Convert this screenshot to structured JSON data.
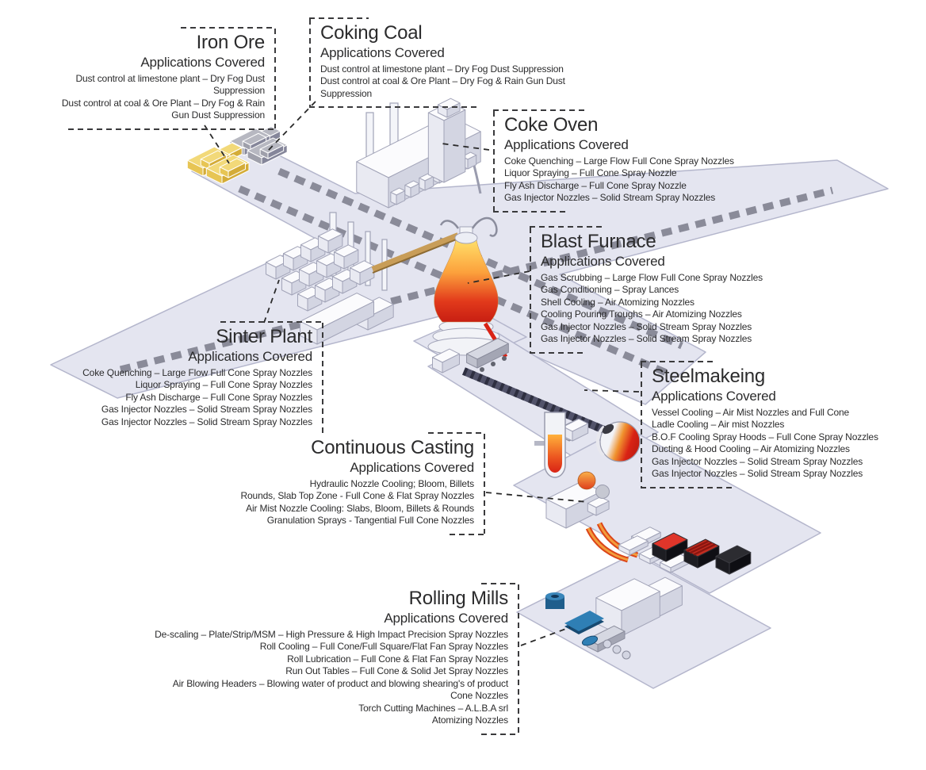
{
  "sections": {
    "iron_ore": {
      "title": "Iron Ore",
      "subtitle": "Applications Covered",
      "applications": [
        "Dust control at limestone plant – Dry Fog Dust",
        "Suppression",
        "Dust control at coal & Ore Plant – Dry Fog & Rain",
        "Gun Dust Suppression"
      ]
    },
    "coking_coal": {
      "title": "Coking Coal",
      "subtitle": "Applications Covered",
      "applications": [
        "Dust control at limestone plant – Dry Fog Dust Suppression",
        "Dust control at coal & Ore Plant – Dry Fog & Rain Gun Dust",
        "Suppression"
      ]
    },
    "coke_oven": {
      "title": "Coke Oven",
      "subtitle": "Applications Covered",
      "applications": [
        "Coke Quenching – Large Flow Full Cone Spray Nozzles",
        "Liquor Spraying – Full Cone Spray Nozzle",
        "Fly Ash Discharge – Full Cone Spray Nozzle",
        "Gas Injector Nozzles – Solid Stream Spray Nozzles"
      ]
    },
    "blast_furnace": {
      "title": "Blast Furnace",
      "subtitle": "Applications Covered",
      "applications": [
        "Gas Scrubbing – Large Flow Full Cone Spray Nozzles",
        "Gas Conditioning – Spray Lances",
        "Shell Cooling – Air Atomizing Nozzles",
        "Cooling Pouring Troughs – Air Atomizing Nozzles",
        "Gas Injector Nozzles – Solid Stream Spray Nozzles",
        "Gas Injector Nozzles – Solid Stream Spray Nozzles"
      ]
    },
    "sinter_plant": {
      "title": "Sinter Plant",
      "subtitle": "Applications Covered",
      "applications": [
        "Coke Quenching – Large Flow Full Cone Spray Nozzles",
        "Liquor Spraying – Full Cone Spray Nozzles",
        "Fly Ash Discharge – Full Cone Spray Nozzles",
        "Gas Injector Nozzles – Solid Stream Spray Nozzles",
        "Gas Injector Nozzles – Solid Stream Spray Nozzles"
      ]
    },
    "steelmaking": {
      "title": "Steelmakeing",
      "subtitle": "Applications Covered",
      "applications": [
        "Vessel Cooling – Air Mist Nozzles and Full Cone",
        "Ladle Cooling – Air mist Nozzles",
        "B.O.F Cooling Spray Hoods – Full Cone Spray Nozzles",
        "Ducting & Hood Cooling – Air Atomizing Nozzles",
        "Gas Injector Nozzles – Solid Stream Spray Nozzles",
        "Gas Injector Nozzles – Solid Stream Spray Nozzles"
      ]
    },
    "continuous_casting": {
      "title": "Continuous Casting",
      "subtitle": "Applications Covered",
      "applications": [
        "Hydraulic Nozzle Cooling; Bloom, Billets",
        "Rounds, Slab Top Zone - Full Cone & Flat Spray Nozzles",
        "Air Mist Nozzle Cooling: Slabs, Bloom, Billets & Rounds",
        "Granulation Sprays - Tangential Full Cone Nozzles"
      ]
    },
    "rolling_mills": {
      "title": "Rolling Mills",
      "subtitle": "Applications Covered",
      "applications": [
        "De-scaling – Plate/Strip/MSM – High Pressure & High Impact Precision Spray Nozzles",
        "Roll Cooling – Full Cone/Full Square/Flat Fan Spray Nozzles",
        "Roll Lubrication – Full Cone & Flat Fan Spray Nozzles",
        "Run Out Tables – Full Cone & Solid Jet Spray Nozzles",
        "Air Blowing Headers – Blowing water of product and blowing shearing's of product",
        "Cone Nozzles",
        "Torch Cutting Machines – A.L.B.A srl",
        "Atomizing Nozzles"
      ]
    }
  },
  "colors": {
    "platform": "#e4e5f0",
    "platform_edge": "#b4b6cc",
    "track_gray": "#8a8b99",
    "iron_ore_yellow": "#e7c554",
    "coal_gray": "#9fa0ab",
    "furnace_hot_top": "#ffe06a",
    "furnace_hot_bottom": "#c81e12",
    "molten_red": "#d92315",
    "steel_blue": "#2f7fb5",
    "leader_dash": "#2a2a2a",
    "text": "#2b2b2c"
  }
}
